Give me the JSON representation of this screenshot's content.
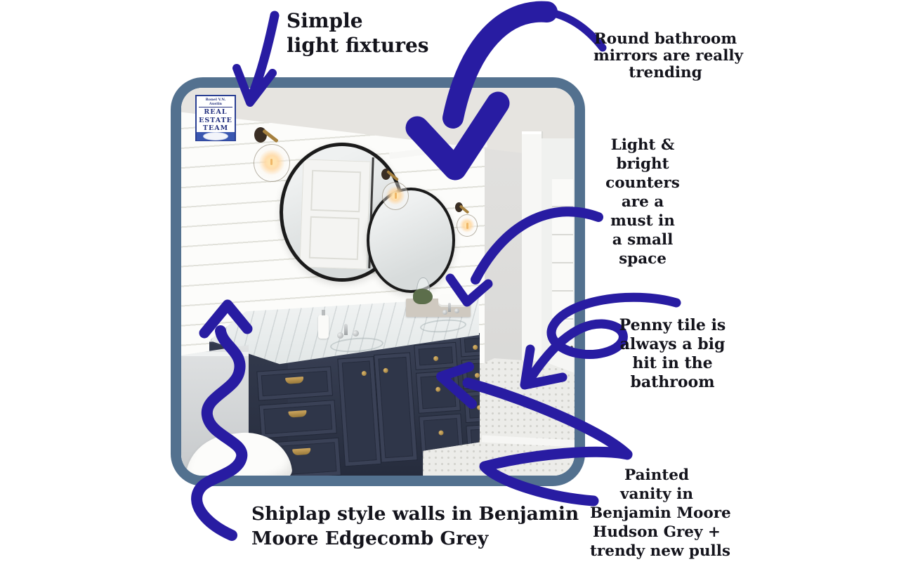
{
  "annotations": {
    "simple_light_fixtures": {
      "lines": [
        "Simple",
        "light fixtures"
      ]
    },
    "round_mirrors": {
      "lines": [
        "Round bathroom",
        "mirrors are really",
        "trending"
      ]
    },
    "bright_counters": {
      "lines": [
        "Light &",
        "bright",
        "counters",
        "are a",
        "must in",
        "a small",
        "space"
      ]
    },
    "penny_tile": {
      "lines": [
        "Penny tile is",
        "always a big",
        "hit in the",
        "bathroom"
      ]
    },
    "painted_vanity": {
      "lines": [
        "Painted",
        "vanity in",
        "Benjamin Moore",
        "Hudson Grey +",
        "trendy new pulls"
      ]
    },
    "shiplap_walls": {
      "lines": [
        "Shiplap style walls in Benjamin",
        "Moore Edgecomb Grey"
      ]
    }
  },
  "badge": {
    "agent_name": "Ronel V.N. Austin",
    "team_lines": [
      "REAL",
      "ESTATE",
      "TEAM"
    ]
  },
  "colors": {
    "arrow_blue": "#281ca2",
    "frame_border": "#53718f",
    "annotation_text": "#14141c",
    "vanity_navy": "#333a4e",
    "badge_navy": "#23307f"
  }
}
